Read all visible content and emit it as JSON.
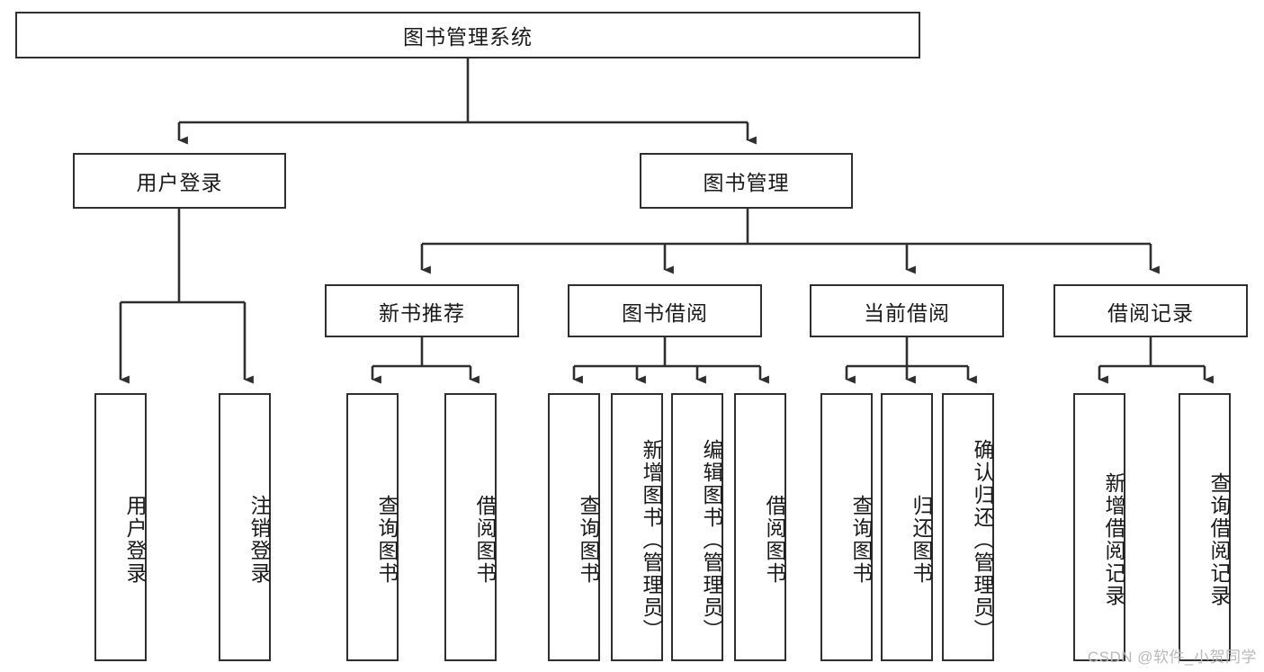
{
  "diagram": {
    "title": "图书管理系统",
    "type": "hierarchy-tree",
    "root": {
      "label": "图书管理系统"
    },
    "level2": [
      {
        "id": "user-login",
        "label": "用户登录"
      },
      {
        "id": "book-management",
        "label": "图书管理"
      }
    ],
    "level3": [
      {
        "id": "new-book-recommend",
        "label": "新书推荐",
        "parent": "book-management"
      },
      {
        "id": "book-borrow",
        "label": "图书借阅",
        "parent": "book-management"
      },
      {
        "id": "current-borrow",
        "label": "当前借阅",
        "parent": "book-management"
      },
      {
        "id": "borrow-record",
        "label": "借阅记录",
        "parent": "book-management"
      }
    ],
    "leaves": {
      "user-login": [
        {
          "id": "leaf-user-login",
          "label": "用户登录"
        },
        {
          "id": "leaf-user-logout",
          "label": "注销登录"
        }
      ],
      "new-book-recommend": [
        {
          "id": "leaf-query-book-1",
          "label": "查询图书"
        },
        {
          "id": "leaf-borrow-book-1",
          "label": "借阅图书"
        }
      ],
      "book-borrow": [
        {
          "id": "leaf-query-book-2",
          "label": "查询图书"
        },
        {
          "id": "leaf-add-book",
          "label": "新增图书（管理员）"
        },
        {
          "id": "leaf-edit-book",
          "label": "编辑图书（管理员）"
        },
        {
          "id": "leaf-borrow-book-2",
          "label": "借阅图书"
        }
      ],
      "current-borrow": [
        {
          "id": "leaf-query-book-3",
          "label": "查询图书"
        },
        {
          "id": "leaf-return-book",
          "label": "归还图书"
        },
        {
          "id": "leaf-confirm-return",
          "label": "确认归还（管理员）"
        }
      ],
      "borrow-record": [
        {
          "id": "leaf-add-record",
          "label": "新增借阅记录"
        },
        {
          "id": "leaf-query-record",
          "label": "查询借阅记录"
        }
      ]
    },
    "colors": {
      "stroke": "#2f2f2f",
      "fill": "#ffffff",
      "text": "#1a1a1a",
      "watermark": "#b9b9b9"
    }
  },
  "watermark": {
    "text": "CSDN @软件_小贺同学"
  }
}
